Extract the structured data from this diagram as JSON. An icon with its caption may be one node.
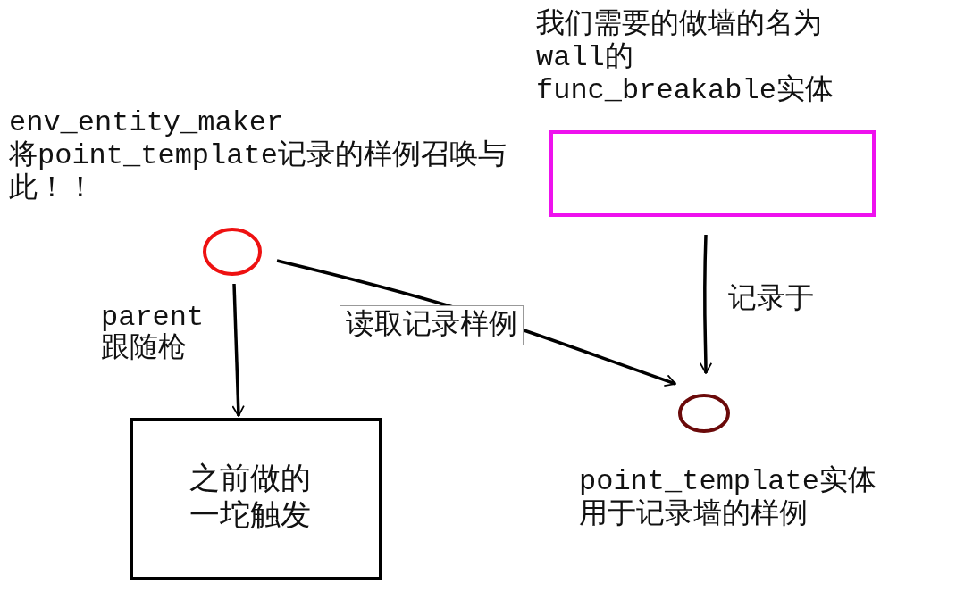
{
  "diagram": {
    "nodes": [
      {
        "text": [],
        "shape": "circle",
        "beside": [
          "env_entity_maker 将point_template记录的样例召唤与此！！"
        ]
      },
      {
        "text": [],
        "shape": "box",
        "beside": [
          "我们需要的做墙的名为wall的func_breakable实体"
        ]
      },
      {
        "text": [
          "之前做的一坨触发"
        ]
      },
      {
        "text": [],
        "shape": "circle",
        "beside": [
          "point_template实体用于记录墙的样例"
        ]
      }
    ],
    "edges": [
      {
        "from": 0,
        "to": 2,
        "arrow": "to",
        "label": "parent 跟随枪"
      },
      {
        "from": 0,
        "to": 3,
        "arrow": "to",
        "label": "读取记录样例"
      },
      {
        "from": 1,
        "to": 3,
        "arrow": "to",
        "label": "记录于"
      }
    ]
  }
}
